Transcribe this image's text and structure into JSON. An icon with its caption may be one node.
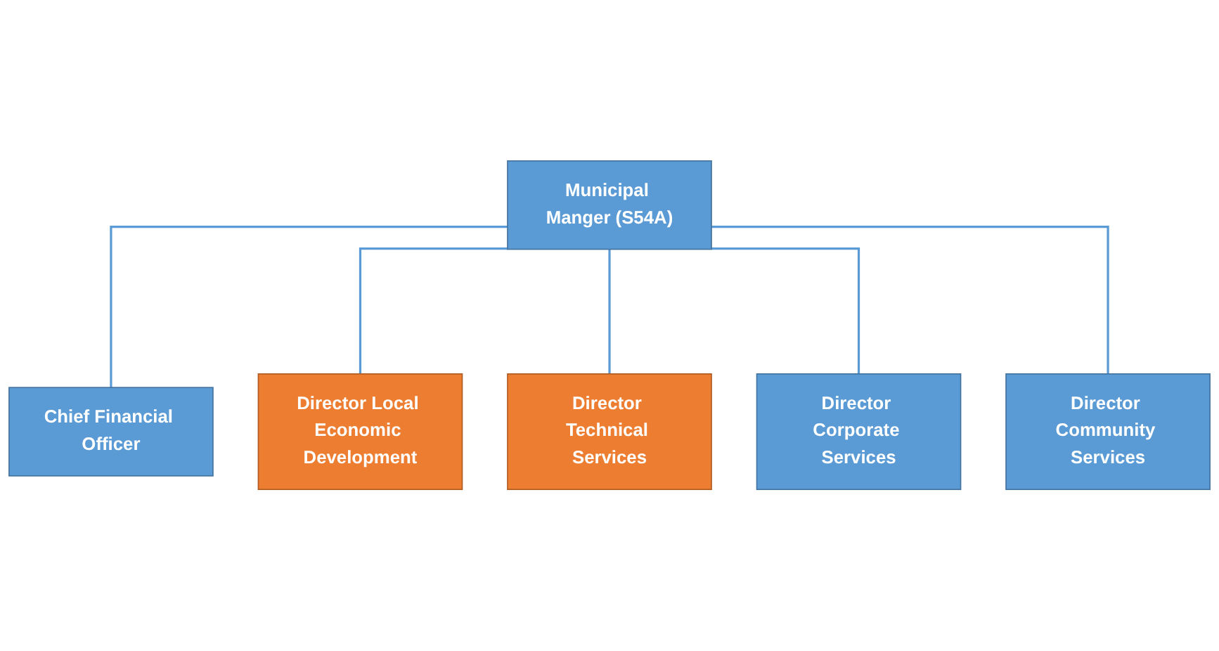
{
  "diagram": {
    "nodes": [
      {
        "text": [
          "Municipal Manger (S54A)"
        ]
      },
      {
        "text": [
          "Chief Financial Officer"
        ]
      },
      {
        "text": [
          "Director Local Economic Development"
        ]
      },
      {
        "text": [
          "Director Technical Services"
        ]
      },
      {
        "text": [
          "Director Corporate Services"
        ]
      },
      {
        "text": [
          "Director Community Services"
        ]
      }
    ],
    "edges": [
      {
        "from": 0,
        "to": 1,
        "arrow": "none"
      },
      {
        "from": 0,
        "to": 2,
        "arrow": "none"
      },
      {
        "from": 0,
        "to": 3,
        "arrow": "none"
      },
      {
        "from": 0,
        "to": 4,
        "arrow": "none"
      },
      {
        "from": 0,
        "to": 5,
        "arrow": "none"
      }
    ]
  }
}
